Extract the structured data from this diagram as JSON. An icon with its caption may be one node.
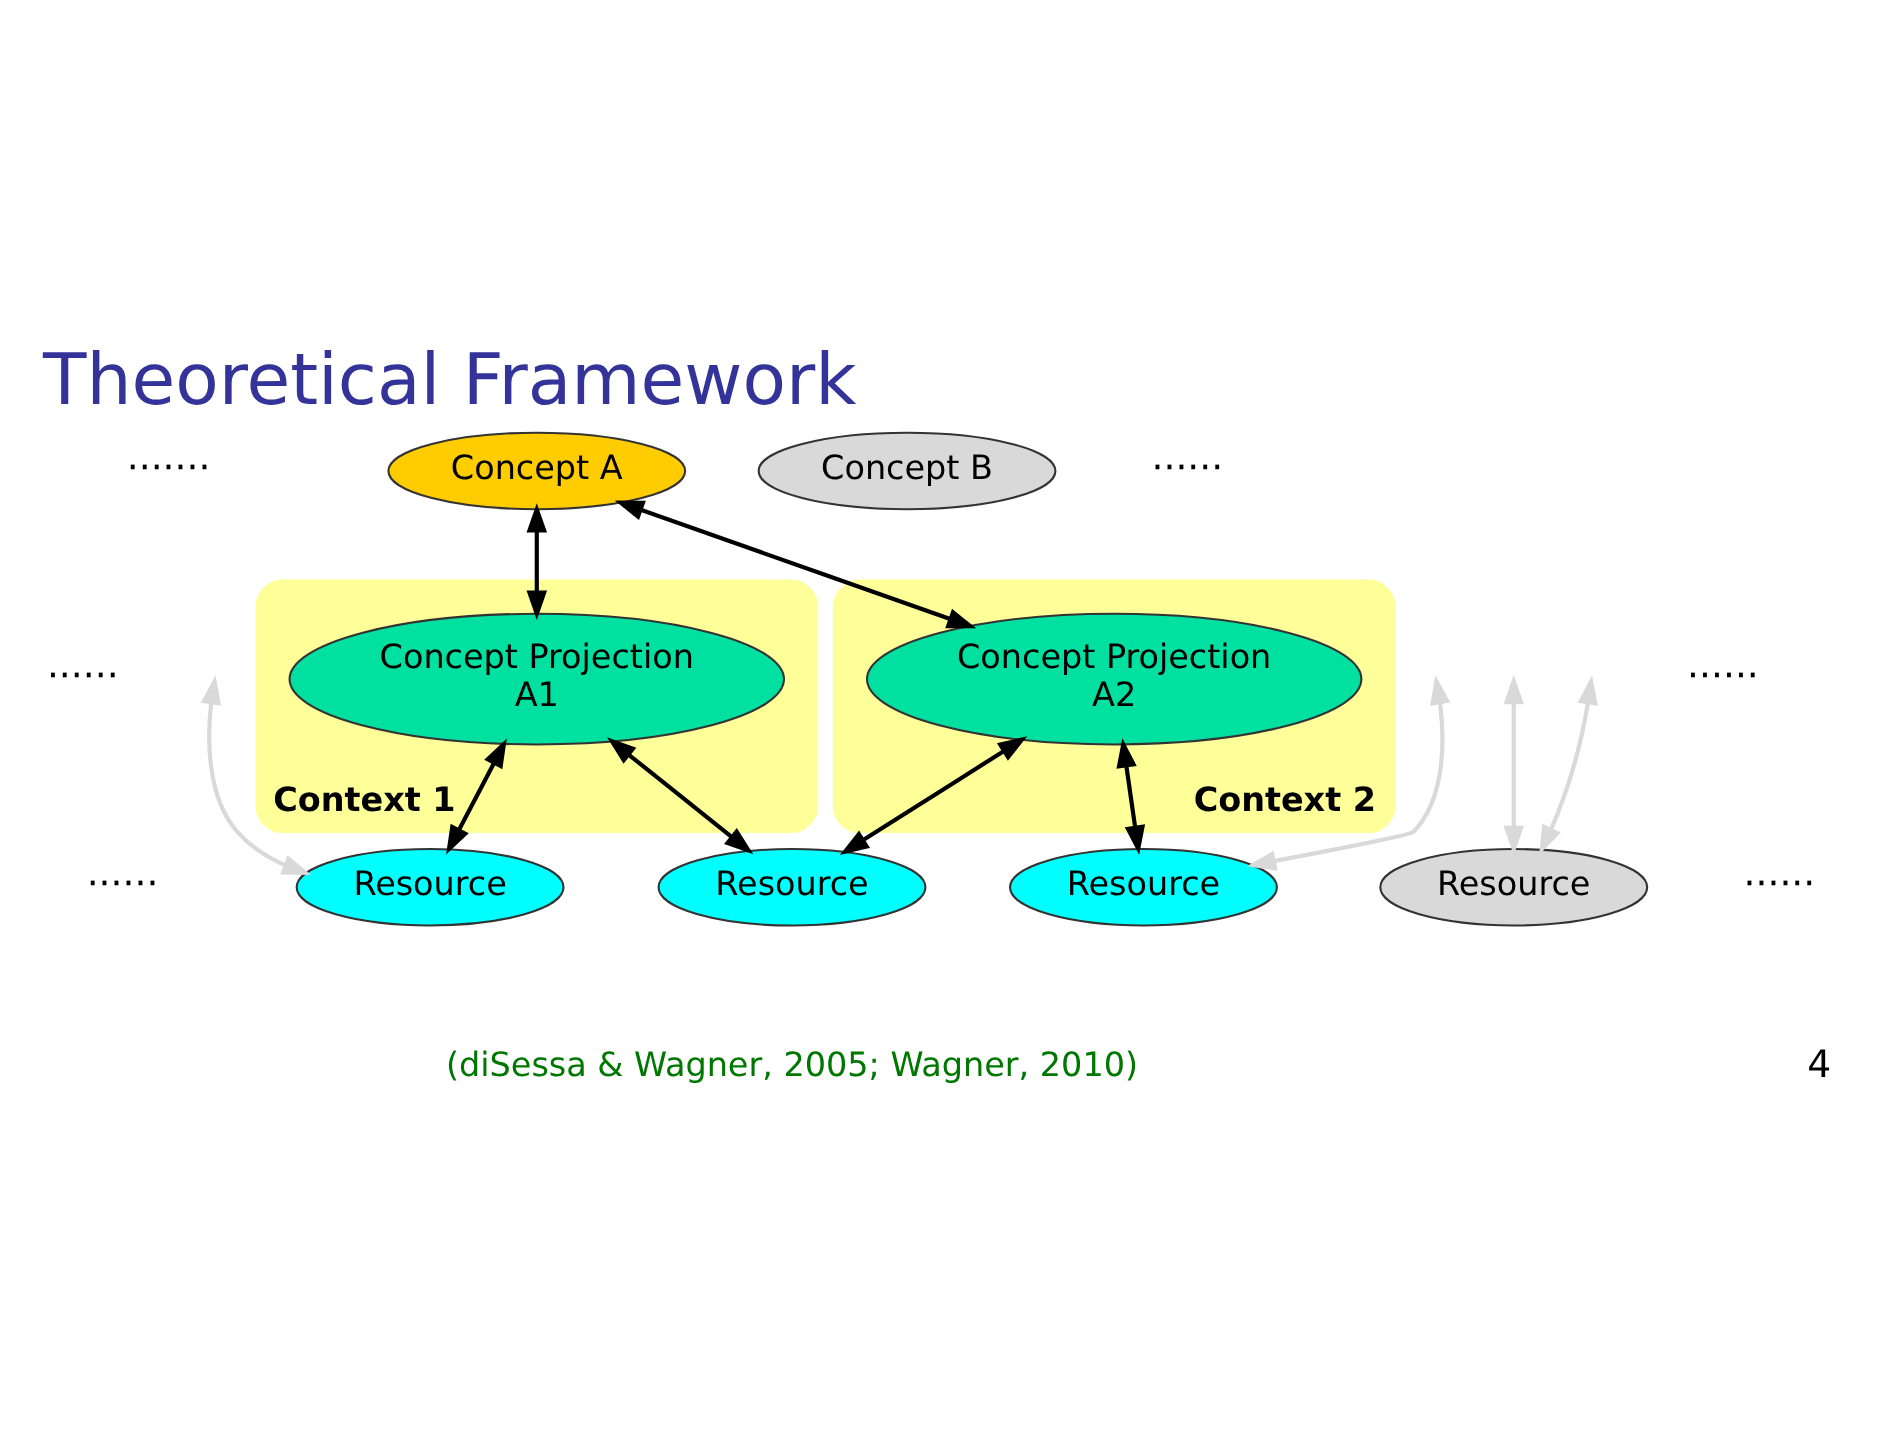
{
  "diagram": {
    "title": "Theoretical Framework",
    "caption": "(diSessa & Wagner, 2005; Wagner, 2010)",
    "nodes": [
      {
        "text": [
          "Concept A"
        ]
      },
      {
        "text": [
          "Concept B"
        ]
      },
      {
        "text": [
          "Context 1"
        ]
      },
      {
        "text": [
          "Concept Projection A1"
        ],
        "in": 2
      },
      {
        "text": [
          "Context 2"
        ]
      },
      {
        "text": [
          "Concept Projection A2"
        ],
        "in": 4
      },
      {
        "text": [
          "Resource"
        ]
      },
      {
        "text": [
          "Resource"
        ]
      },
      {
        "text": [
          "Resource"
        ]
      },
      {
        "text": [
          "Resource"
        ]
      }
    ],
    "edges": [
      {
        "from": 0,
        "to": 3,
        "arrow": "both"
      },
      {
        "from": 0,
        "to": 5,
        "arrow": "both"
      },
      {
        "from": 3,
        "to": 6,
        "arrow": "both"
      },
      {
        "from": 3,
        "to": 7,
        "arrow": "both"
      },
      {
        "from": 5,
        "to": 7,
        "arrow": "both"
      },
      {
        "from": 5,
        "to": 8,
        "arrow": "both"
      },
      {
        "from": null,
        "to": 6,
        "arrow": "both",
        "color": "#d9d9d9"
      },
      {
        "from": null,
        "to": 8,
        "arrow": "both",
        "color": "#d9d9d9"
      },
      {
        "from": null,
        "to": 9,
        "arrow": "both",
        "color": "#d9d9d9"
      },
      {
        "from": null,
        "to": 9,
        "arrow": "both",
        "color": "#d9d9d9"
      }
    ],
    "labels": [
      "·······",
      "······",
      "······",
      "······",
      "······",
      "······",
      "4"
    ]
  }
}
